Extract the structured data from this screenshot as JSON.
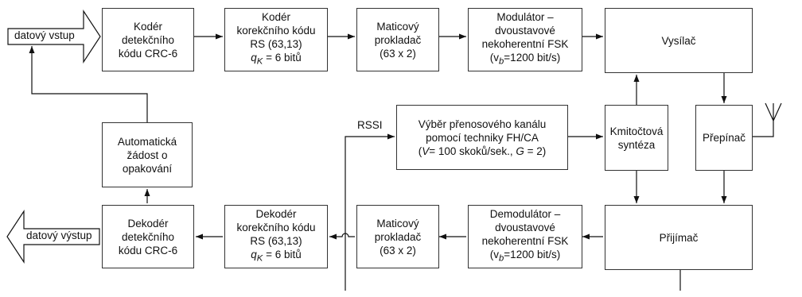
{
  "io": {
    "input_label": "datový vstup",
    "output_label": "datový výstup"
  },
  "tx": {
    "crc_coder": [
      "Kodér",
      "detekčního",
      "kódu CRC-6"
    ],
    "rs_coder": [
      "Kodér",
      "korekčního kódu",
      "RS (63,13)",
      "= 6 bitů"
    ],
    "interleaver": [
      "Maticový",
      "prokladač",
      "(63 x 2)"
    ],
    "modulator": [
      "Modulátor –",
      "dvoustavové",
      "nekoherentní FSK",
      "=1200 bit/s)"
    ],
    "transmitter": "Vysílač"
  },
  "mid": {
    "arq": [
      "Automatická",
      "žádost o",
      "opakování"
    ],
    "channel_select": [
      "Výběr přenosového kanálu",
      "pomocí techniky FH/CA",
      "= 100 skoků/sek., ",
      " = 2)"
    ],
    "synth": [
      "Kmitočtová",
      "syntéza"
    ],
    "switch": "Přepínač",
    "rssi": "RSSI"
  },
  "rx": {
    "crc_decoder": [
      "Dekodér",
      "detekčního",
      "kódu CRC-6"
    ],
    "rs_decoder": [
      "Dekodér",
      "korekčního kódu",
      "RS (63,13)",
      "= 6 bitů"
    ],
    "deinterleaver": [
      "Maticový",
      "prokladač",
      "(63 x 2)"
    ],
    "demodulator": [
      "Demodulátor –",
      "dvoustavové",
      "nekoherentní FSK",
      "=1200 bit/s)"
    ],
    "receiver": "Přijímač"
  },
  "symbols": {
    "qk_base": "q",
    "qk_sub": "K",
    "vb_open": "(v",
    "vb_sub": "b",
    "v_var": "V",
    "g_var": "G",
    "paren_open": "("
  }
}
